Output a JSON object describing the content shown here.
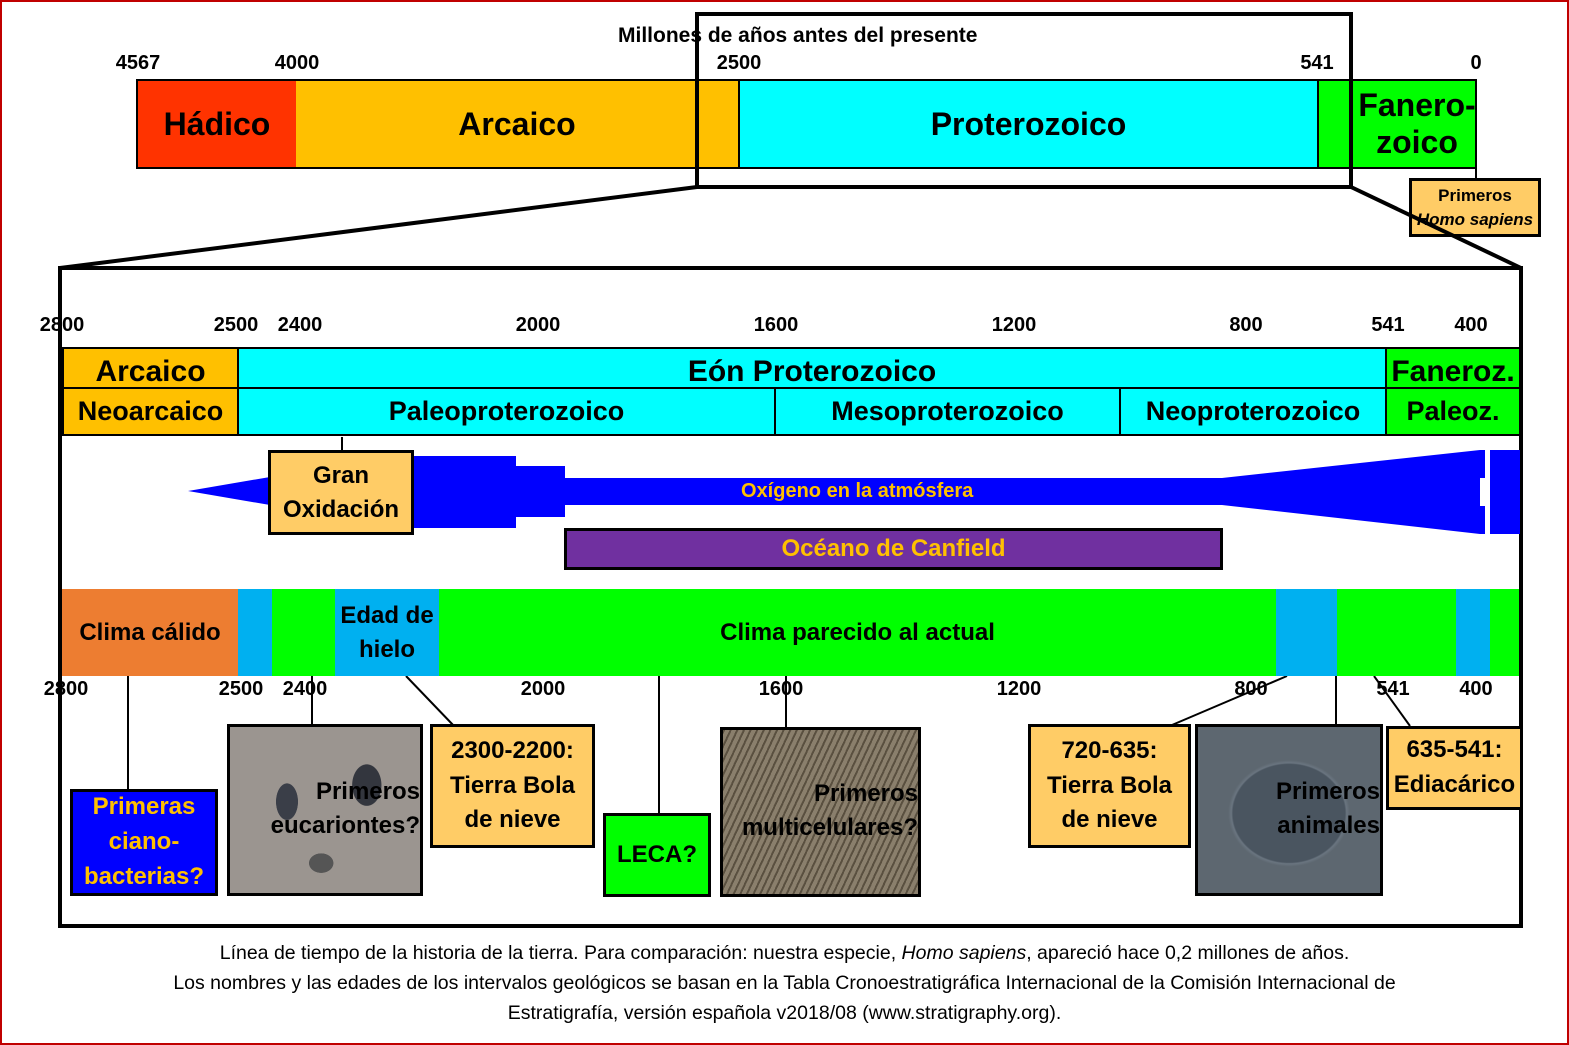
{
  "top_timeline": {
    "title": "Millones de años antes del presente",
    "ticks": [
      "4567",
      "4000",
      "2500",
      "541",
      "0"
    ],
    "eons": [
      {
        "name": "Hádico",
        "start": 4567,
        "end": 4000,
        "color": "#ff3300"
      },
      {
        "name": "Arcaico",
        "start": 4000,
        "end": 2500,
        "color": "#ffc000"
      },
      {
        "name": "Proterozoico",
        "start": 2500,
        "end": 541,
        "color": "#00ffff"
      },
      {
        "name": "Fanero-zoico",
        "line1": "Fanero-",
        "line2": "zoico",
        "start": 541,
        "end": 0,
        "color": "#00ff00"
      }
    ],
    "zoom_window": {
      "start": 2800,
      "end": 400
    },
    "homo_sapiens_note": {
      "line1": "Primeros",
      "line2": "Homo sapiens"
    }
  },
  "detail_timeline": {
    "range": [
      2800,
      400
    ],
    "ticks_top": [
      "2800",
      "2500",
      "2400",
      "2000",
      "1600",
      "1200",
      "800",
      "541",
      "400"
    ],
    "ticks_bottom": [
      "2800",
      "2500",
      "2400",
      "2000",
      "1600",
      "1200",
      "800",
      "541",
      "400"
    ],
    "eons": [
      {
        "name": "Arcaico",
        "start": 2800,
        "end": 2500,
        "color": "#ffc000"
      },
      {
        "name": "Eón Proterozoico",
        "start": 2500,
        "end": 541,
        "color": "#00ffff"
      },
      {
        "name": "Faneroz.",
        "start": 541,
        "end": 400,
        "color": "#00ff00"
      }
    ],
    "eras": [
      {
        "name": "Neoarcaico",
        "start": 2800,
        "end": 2500,
        "color": "#ffc000"
      },
      {
        "name": "Paleoproterozoico",
        "start": 2500,
        "end": 1600,
        "color": "#00ffff"
      },
      {
        "name": "Mesoproterozoico",
        "start": 1600,
        "end": 1000,
        "color": "#00ffff"
      },
      {
        "name": "Neoproterozoico",
        "start": 1000,
        "end": 541,
        "color": "#00ffff"
      },
      {
        "name": "Paleoz.",
        "start": 541,
        "end": 400,
        "color": "#00ff00"
      }
    ],
    "oxygen": {
      "label": "Oxígeno en la atmósfera",
      "color": "#0000ff",
      "label_color": "#ffc000"
    },
    "great_oxidation": {
      "line1": "Gran",
      "line2": "Oxidación"
    },
    "canfield_ocean": {
      "label": "Océano de Canfield",
      "start": 2000,
      "end": 850,
      "color": "#7030a0",
      "label_color": "#ffc000"
    },
    "climate": [
      {
        "name": "Clima cálido",
        "start": 2800,
        "end": 2500,
        "color": "#ed7d31"
      },
      {
        "name": "",
        "start": 2500,
        "end": 2440,
        "color": "#00b0f0"
      },
      {
        "name": "",
        "start": 2440,
        "end": 2330,
        "color": "#00ff00"
      },
      {
        "name": "Edad de hielo",
        "line1": "Edad de",
        "line2": "hielo",
        "start": 2330,
        "end": 2150,
        "color": "#00b0f0"
      },
      {
        "name": "Clima parecido al actual",
        "start": 2150,
        "end": 740,
        "color": "#00ff00"
      },
      {
        "name": "",
        "start": 740,
        "end": 635,
        "color": "#00b0f0"
      },
      {
        "name": "",
        "start": 635,
        "end": 450,
        "color": "#00ff00"
      },
      {
        "name": "",
        "start": 450,
        "end": 420,
        "color": "#00b0f0"
      },
      {
        "name": "",
        "start": 420,
        "end": 400,
        "color": "#00ff00"
      }
    ],
    "events": [
      {
        "id": "cyanobacteria",
        "lines": [
          "Primeras",
          "ciano-",
          "bacterias?"
        ],
        "color": "#0000ff",
        "text_color": "#ffc000"
      },
      {
        "id": "eukaryotes",
        "lines": [
          "Primeros",
          "eucariontes?"
        ],
        "kind": "photo"
      },
      {
        "id": "snowball-1",
        "lines": [
          "2300-2200:",
          "Tierra Bola",
          "de nieve"
        ],
        "color": "#ffcc66"
      },
      {
        "id": "leca",
        "lines": [
          "LECA?"
        ],
        "color": "#00ff00"
      },
      {
        "id": "multicellular",
        "lines": [
          "Primeros",
          "multicelulares?"
        ],
        "kind": "photo"
      },
      {
        "id": "snowball-2",
        "lines": [
          "720-635:",
          "Tierra Bola",
          "de nieve"
        ],
        "color": "#ffcc66"
      },
      {
        "id": "animals",
        "lines": [
          "Primeros",
          "animales"
        ],
        "kind": "photo"
      },
      {
        "id": "ediacaran",
        "lines": [
          "635-541:",
          "Ediacárico"
        ],
        "color": "#ffcc66"
      }
    ]
  },
  "caption": {
    "line1_a": "Línea de tiempo de la historia de la tierra. Para comparación: nuestra especie, ",
    "line1_em": "Homo sapiens",
    "line1_b": ", apareció hace 0,2 millones de años.",
    "line2": "Los nombres y las edades de los intervalos geológicos se basan en la Tabla Cronoestratigráfica Internacional de la Comisión Internacional de",
    "line3": "Estratigrafía, versión española v2018/08 (www.stratigraphy.org)."
  }
}
